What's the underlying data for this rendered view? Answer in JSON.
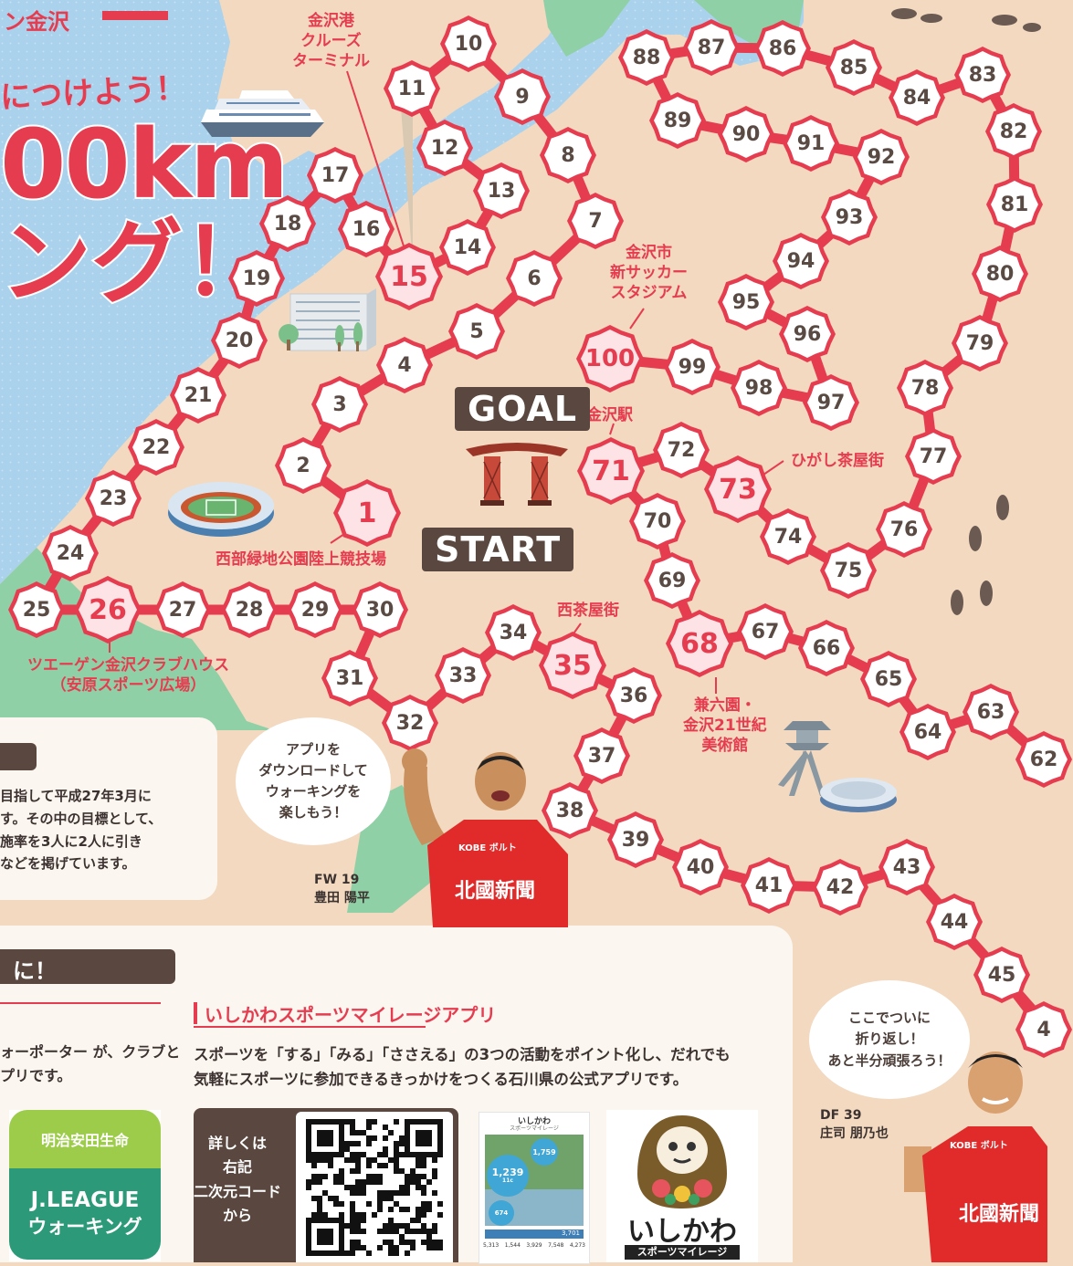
{
  "header": {
    "banner_text": "ン金沢",
    "subtitle_fragment": "につけよう！",
    "distance_fragment": "00km",
    "walking_fragment": "ング！"
  },
  "map": {
    "start_label": "START",
    "goal_label": "GOAL",
    "nodes": [
      "1",
      "2",
      "3",
      "4",
      "5",
      "6",
      "7",
      "8",
      "9",
      "10",
      "11",
      "12",
      "13",
      "14",
      "15",
      "16",
      "17",
      "18",
      "19",
      "20",
      "21",
      "22",
      "23",
      "24",
      "25",
      "26",
      "27",
      "28",
      "29",
      "30",
      "31",
      "32",
      "33",
      "34",
      "35",
      "36",
      "37",
      "38",
      "39",
      "40",
      "41",
      "42",
      "43",
      "44",
      "45",
      "4",
      "62",
      "63",
      "64",
      "65",
      "66",
      "67",
      "68",
      "69",
      "70",
      "71",
      "72",
      "73",
      "74",
      "75",
      "76",
      "77",
      "78",
      "79",
      "80",
      "81",
      "82",
      "83",
      "84",
      "85",
      "86",
      "87",
      "88",
      "89",
      "90",
      "91",
      "92",
      "93",
      "94",
      "95",
      "96",
      "97",
      "98",
      "99",
      "100"
    ],
    "highlight_nodes": [
      "1",
      "15",
      "26",
      "35",
      "68",
      "71",
      "73",
      "100"
    ],
    "landmarks": {
      "port": [
        "金沢港",
        "クルーズ",
        "ターミナル"
      ],
      "stadium_new": [
        "金沢市",
        "新サッカー",
        "スタジアム"
      ],
      "station": "金沢駅",
      "higashi": "ひがし茶屋街",
      "seibu": "西部緑地公園陸上競技場",
      "clubhouse": [
        "ツエーゲン金沢クラブハウス",
        "（安原スポーツ広場）"
      ],
      "nishi": "西茶屋街",
      "kenrokuen": [
        "兼六園・",
        "金沢21世紀",
        "美術館"
      ]
    }
  },
  "bubbles": {
    "app_prompt": [
      "アプリを",
      "ダウンロードして",
      "ウォーキングを",
      "楽しもう！"
    ],
    "halfway": [
      "ここでついに",
      "折り返し！",
      "あと半分頑張ろう！"
    ]
  },
  "players": {
    "fw": {
      "position": "FW 19",
      "name": "豊田 陽平",
      "jersey": "北國新聞",
      "sponsor": "KOBE ボルト"
    },
    "df": {
      "position": "DF 39",
      "name": "庄司 朋乃也",
      "jersey": "北國新聞",
      "sponsor": "KOBE ボルト"
    }
  },
  "info_panel": {
    "lines": [
      "目指して平成27年3月に",
      "す。その中の目標として、",
      "施率を3人に2人に引き",
      "などを掲げています。"
    ]
  },
  "bottom": {
    "bar_text": "に！",
    "left_lines": [
      "ォーポーター が、クラブと",
      "プリです。"
    ],
    "app_heading": "いしかわスポーツマイレージアプリ",
    "app_lines": [
      "スポーツを「する」「みる」「ささえる」の3つの活動をポイント化し、だれでも",
      "気軽にスポーツに参加できるきっかけをつくる石川県の公式アプリです。"
    ],
    "qr_lines": [
      "詳しくは",
      "右記",
      "二次元コード",
      "から"
    ],
    "jleague": {
      "top": "明治安田生命",
      "line1": "J.LEAGUE",
      "line2": "ウォーキング"
    },
    "phone": {
      "title": "いしかわ",
      "subtitle": "スポーツマイレージ",
      "big": "1,239",
      "unit": "11c",
      "top_steps": "1,759",
      "small": "674",
      "row_label": "3,701",
      "stats": [
        "5,313",
        "1,544",
        "3,929",
        "7,548",
        "4,273"
      ]
    },
    "ishikawa_logo": {
      "main": "いしかわ",
      "sub": "スポーツマイレージ"
    }
  },
  "colors": {
    "land": "#f2d9c0",
    "sea": "#aad2ec",
    "green": "#8fd0a6",
    "route": "#e63c50",
    "dark": "#5a4840"
  }
}
